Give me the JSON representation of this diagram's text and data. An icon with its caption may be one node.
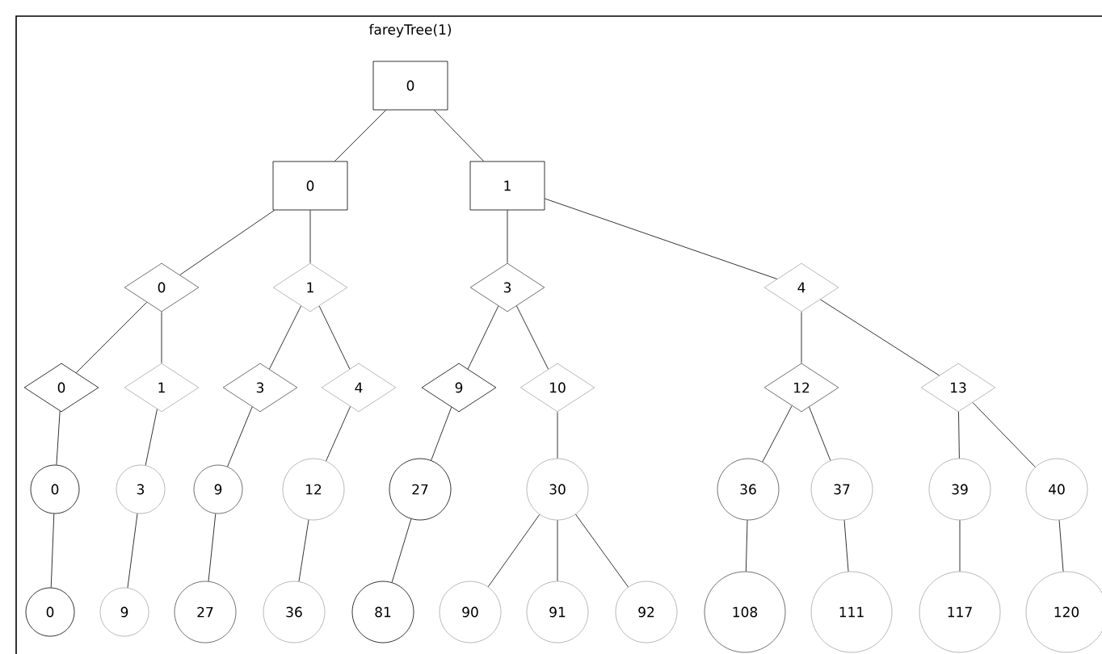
{
  "diagram": {
    "title": "fareyTree(1)",
    "nodes": [
      {
        "text": [
          "0"
        ]
      },
      {
        "text": [
          "0"
        ]
      },
      {
        "text": [
          "1"
        ]
      },
      {
        "text": [
          "0"
        ]
      },
      {
        "text": [
          "1"
        ]
      },
      {
        "text": [
          "3"
        ]
      },
      {
        "text": [
          "4"
        ]
      },
      {
        "text": [
          "0"
        ]
      },
      {
        "text": [
          "1"
        ]
      },
      {
        "text": [
          "3"
        ]
      },
      {
        "text": [
          "4"
        ]
      },
      {
        "text": [
          "9"
        ]
      },
      {
        "text": [
          "10"
        ]
      },
      {
        "text": [
          "12"
        ]
      },
      {
        "text": [
          "13"
        ]
      },
      {
        "text": [
          "0"
        ]
      },
      {
        "text": [
          "3"
        ]
      },
      {
        "text": [
          "9"
        ]
      },
      {
        "text": [
          "12"
        ]
      },
      {
        "text": [
          "27"
        ]
      },
      {
        "text": [
          "30"
        ]
      },
      {
        "text": [
          "36"
        ]
      },
      {
        "text": [
          "37"
        ]
      },
      {
        "text": [
          "39"
        ]
      },
      {
        "text": [
          "40"
        ]
      },
      {
        "text": [
          "0"
        ]
      },
      {
        "text": [
          "9"
        ]
      },
      {
        "text": [
          "27"
        ]
      },
      {
        "text": [
          "36"
        ]
      },
      {
        "text": [
          "81"
        ]
      },
      {
        "text": [
          "90"
        ]
      },
      {
        "text": [
          "91"
        ]
      },
      {
        "text": [
          "92"
        ]
      },
      {
        "text": [
          "108"
        ]
      },
      {
        "text": [
          "111"
        ]
      },
      {
        "text": [
          "117"
        ]
      },
      {
        "text": [
          "120"
        ]
      }
    ],
    "edges": [
      {
        "from": 0,
        "to": 1,
        "arrow": "none"
      },
      {
        "from": 0,
        "to": 2,
        "arrow": "none"
      },
      {
        "from": 1,
        "to": 3,
        "arrow": "none"
      },
      {
        "from": 1,
        "to": 4,
        "arrow": "none"
      },
      {
        "from": 2,
        "to": 5,
        "arrow": "none"
      },
      {
        "from": 2,
        "to": 6,
        "arrow": "none"
      },
      {
        "from": 3,
        "to": 7,
        "arrow": "none"
      },
      {
        "from": 3,
        "to": 8,
        "arrow": "none"
      },
      {
        "from": 4,
        "to": 9,
        "arrow": "none"
      },
      {
        "from": 4,
        "to": 10,
        "arrow": "none"
      },
      {
        "from": 5,
        "to": 11,
        "arrow": "none"
      },
      {
        "from": 5,
        "to": 12,
        "arrow": "none"
      },
      {
        "from": 6,
        "to": 13,
        "arrow": "none"
      },
      {
        "from": 6,
        "to": 14,
        "arrow": "none"
      },
      {
        "from": 7,
        "to": 15,
        "arrow": "none"
      },
      {
        "from": 8,
        "to": 16,
        "arrow": "none"
      },
      {
        "from": 9,
        "to": 17,
        "arrow": "none"
      },
      {
        "from": 10,
        "to": 18,
        "arrow": "none"
      },
      {
        "from": 11,
        "to": 19,
        "arrow": "none"
      },
      {
        "from": 12,
        "to": 20,
        "arrow": "none"
      },
      {
        "from": 13,
        "to": 21,
        "arrow": "none"
      },
      {
        "from": 13,
        "to": 22,
        "arrow": "none"
      },
      {
        "from": 14,
        "to": 23,
        "arrow": "none"
      },
      {
        "from": 14,
        "to": 24,
        "arrow": "none"
      },
      {
        "from": 15,
        "to": 25,
        "arrow": "none"
      },
      {
        "from": 16,
        "to": 26,
        "arrow": "none"
      },
      {
        "from": 17,
        "to": 27,
        "arrow": "none"
      },
      {
        "from": 18,
        "to": 28,
        "arrow": "none"
      },
      {
        "from": 19,
        "to": 29,
        "arrow": "none"
      },
      {
        "from": 20,
        "to": 30,
        "arrow": "none"
      },
      {
        "from": 20,
        "to": 31,
        "arrow": "none"
      },
      {
        "from": 20,
        "to": 32,
        "arrow": "none"
      },
      {
        "from": 21,
        "to": 33,
        "arrow": "none"
      },
      {
        "from": 22,
        "to": 34,
        "arrow": "none"
      },
      {
        "from": 23,
        "to": 35,
        "arrow": "none"
      },
      {
        "from": 24,
        "to": 36,
        "arrow": "none"
      }
    ]
  }
}
